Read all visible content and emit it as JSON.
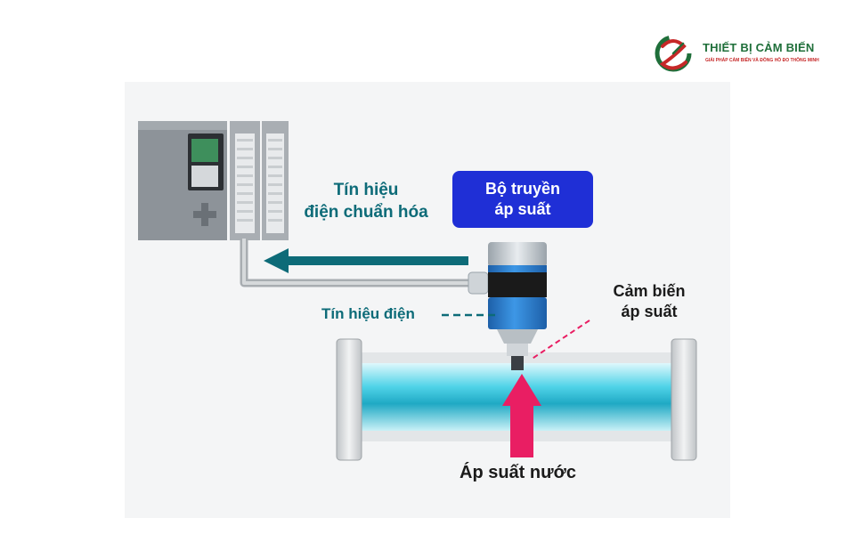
{
  "logo": {
    "title": "THIẾT BỊ CẢM BIẾN",
    "subtitle": "GIẢI PHÁP CẢM BIẾN VÀ ĐỒNG HỒ ĐO THÔNG MINH",
    "colors": {
      "green": "#1f6f3a",
      "red": "#c62828"
    }
  },
  "labels": {
    "standard_signal_line1": "Tín hiệu",
    "standard_signal_line2": "điện chuẩn hóa",
    "transmitter_line1": "Bộ truyền",
    "transmitter_line2": "áp suất",
    "electric_signal": "Tín hiệu điện",
    "sensor_line1": "Cảm biến",
    "sensor_line2": "áp suất",
    "water_pressure": "Áp suất nước"
  },
  "colors": {
    "teal": "#0d6b78",
    "transmitter_box": "#1f2fd6",
    "pressure_arrow": "#e91e63",
    "water": "#4fd3e8",
    "transmitter_body": "#2a7fd4"
  }
}
